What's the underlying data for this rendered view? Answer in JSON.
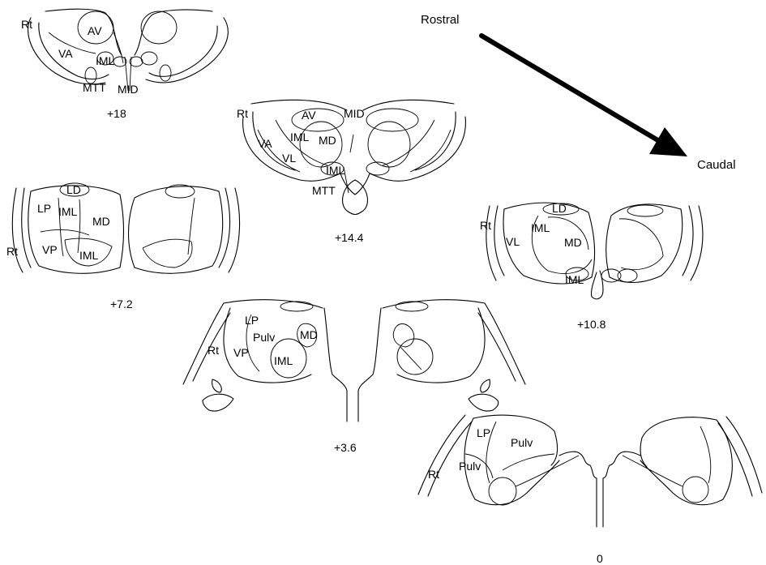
{
  "direction": {
    "rostral": "Rostral",
    "caudal": "Caudal"
  },
  "sections": {
    "s18": {
      "caption": "+18",
      "labels": {
        "rt": "Rt",
        "av": "AV",
        "va": "VA",
        "iml": "IML",
        "mtt": "MTT",
        "mid": "MID"
      }
    },
    "s144": {
      "caption": "+14.4",
      "labels": {
        "rt": "Rt",
        "av": "AV",
        "mid": "MID",
        "iml_top": "IML",
        "md": "MD",
        "va": "VA",
        "vl": "VL",
        "iml_bottom": "IML",
        "mtt": "MTT"
      }
    },
    "s72": {
      "caption": "+7.2",
      "labels": {
        "ld": "LD",
        "lp": "LP",
        "iml_top": "IML",
        "md": "MD",
        "rt": "Rt",
        "vp": "VP",
        "iml_bottom": "IML"
      }
    },
    "s108": {
      "caption": "+10.8",
      "labels": {
        "ld": "LD",
        "rt": "Rt",
        "iml_top": "IML",
        "vl": "VL",
        "md": "MD",
        "iml_bottom": "IML"
      }
    },
    "s36": {
      "caption": "+3.6",
      "labels": {
        "lp": "LP",
        "pulv": "Pulv",
        "md": "MD",
        "rt": "Rt",
        "vp": "VP",
        "iml": "IML"
      }
    },
    "s0": {
      "caption": "0",
      "labels": {
        "lp": "LP",
        "pulv_top": "Pulv",
        "pulv_left": "Pulv",
        "rt": "Rt"
      }
    }
  }
}
